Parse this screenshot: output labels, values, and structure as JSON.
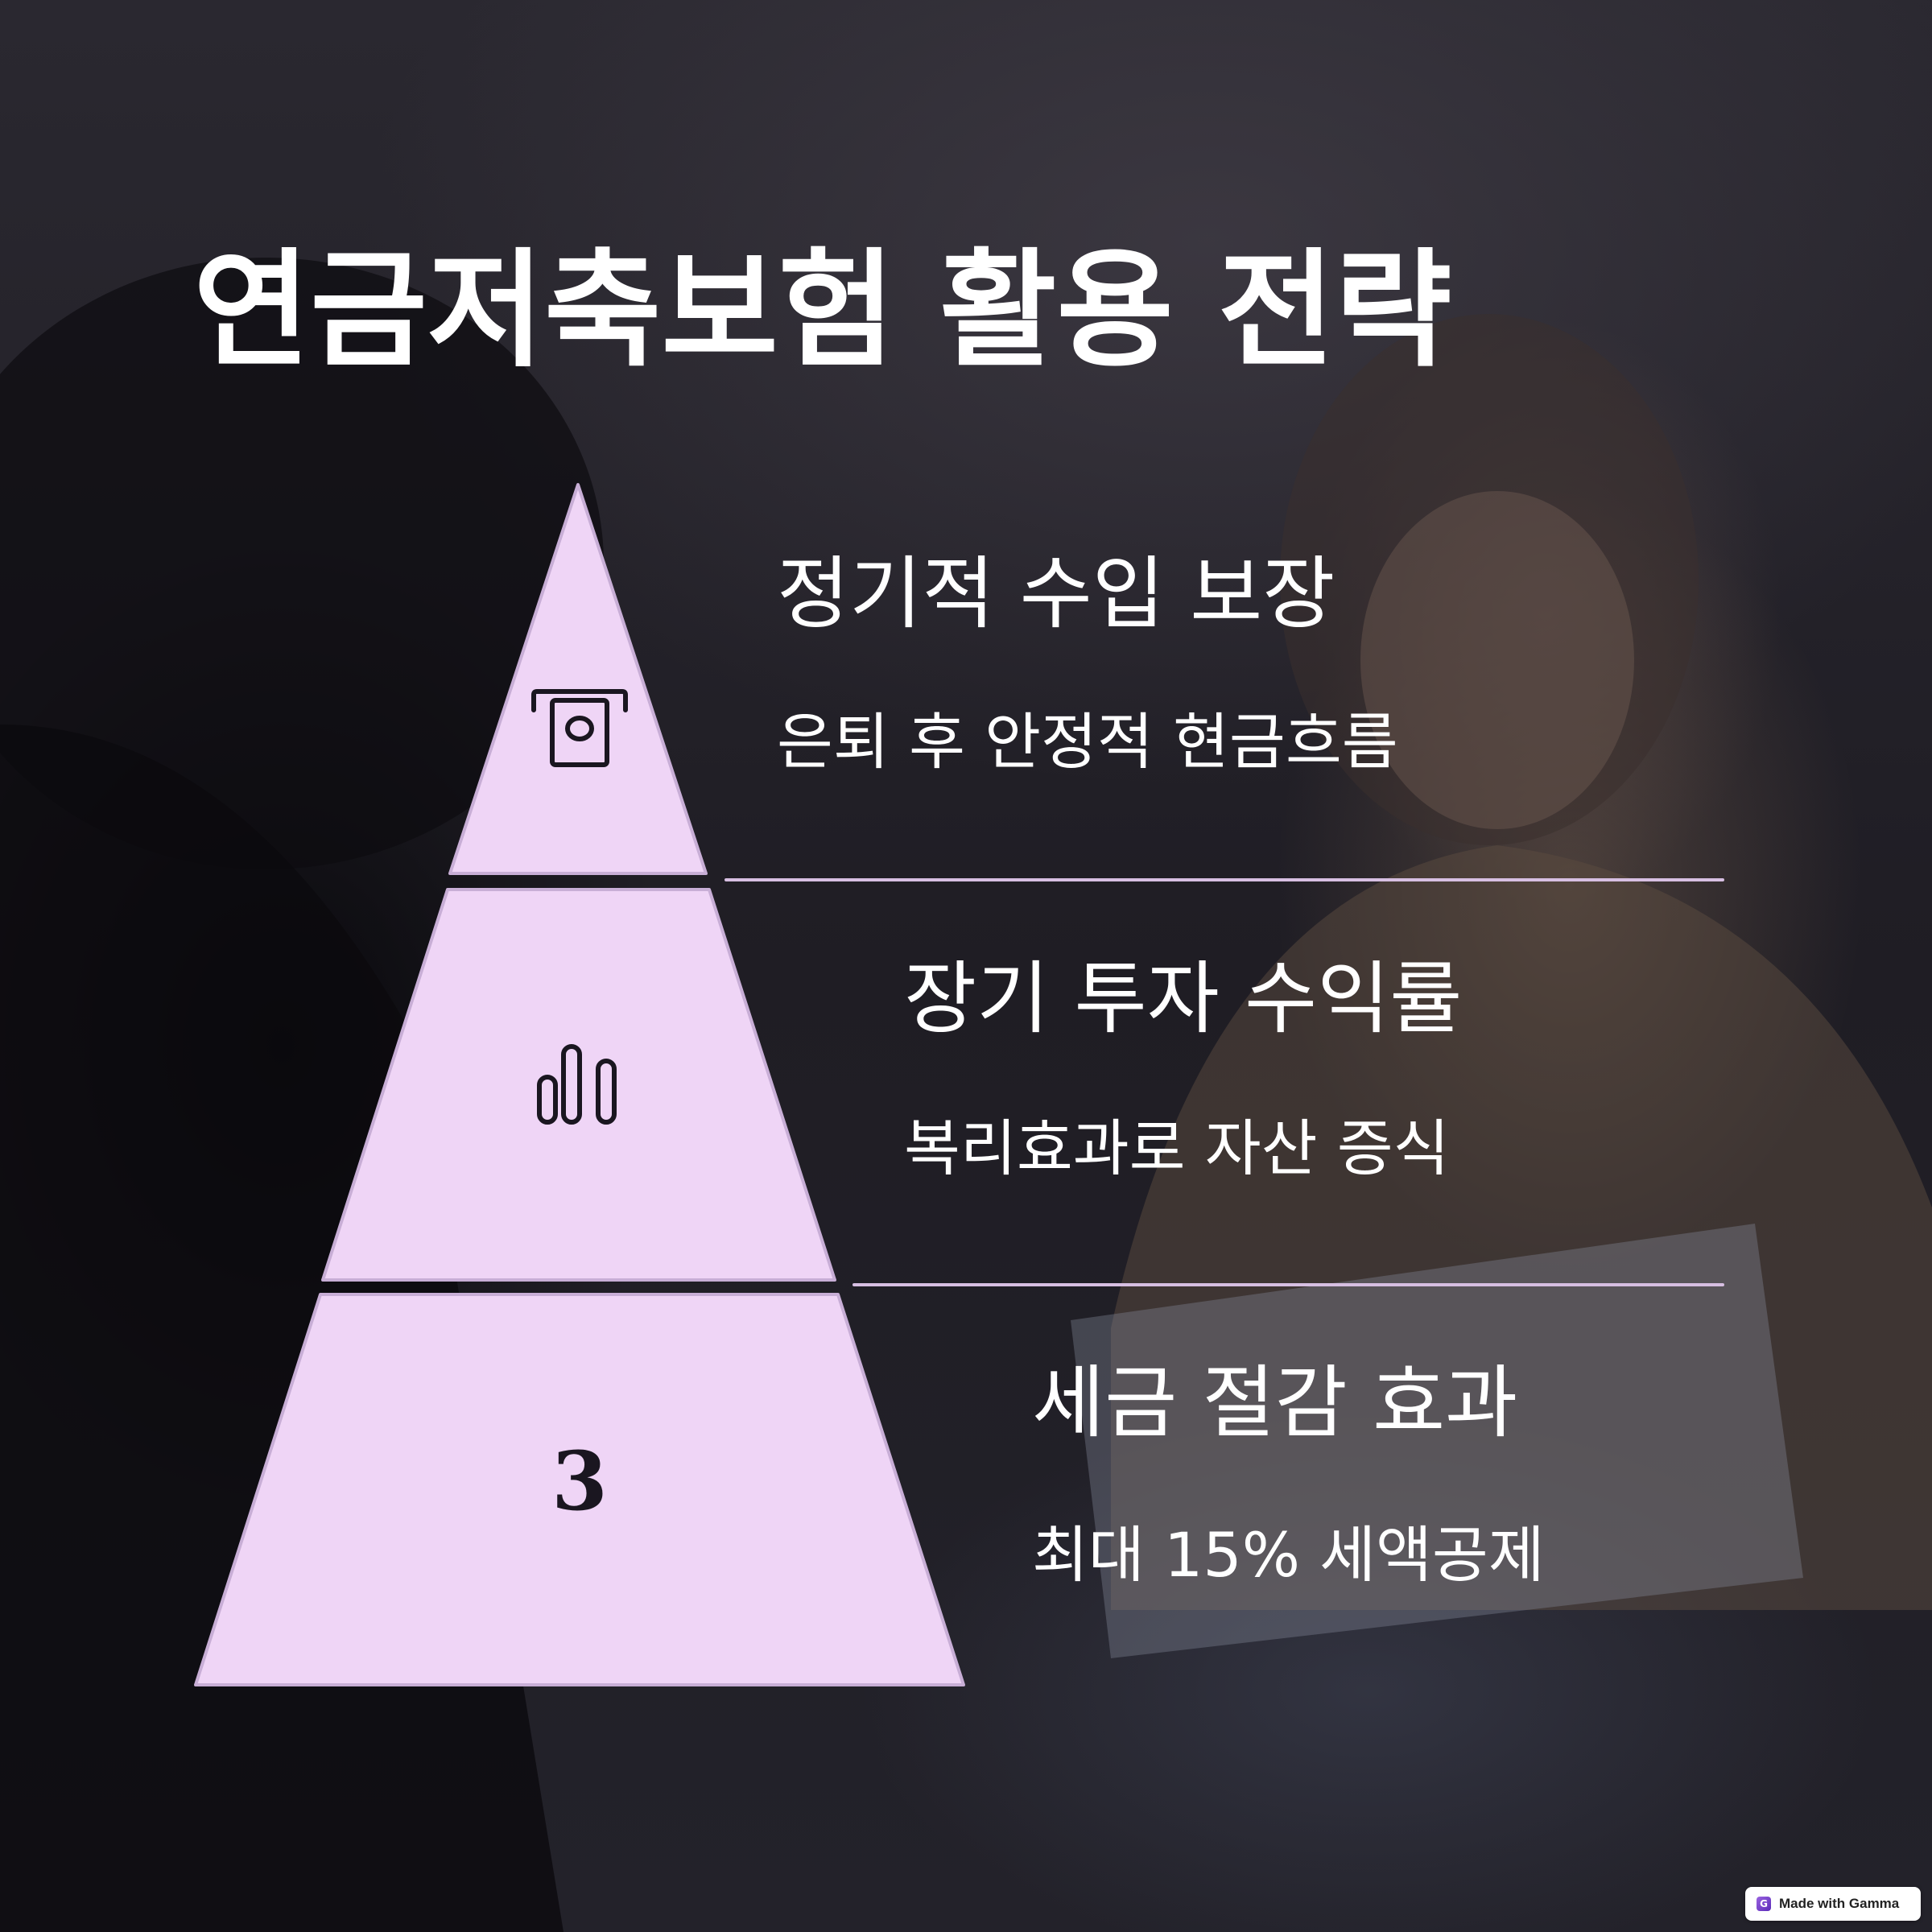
{
  "title": "연금저축보험 활용 전략",
  "colors": {
    "tier_fill": "#efd5f6",
    "tier_stroke": "#c8aed6",
    "divider": "#d7bfe2",
    "text": "#ffffff",
    "icon": "#1a1620"
  },
  "tiers": [
    {
      "icon": "atm-cash-icon",
      "heading": "정기적 수입 보장",
      "subtext": "은퇴 후 안정적 현금흐름"
    },
    {
      "icon": "bar-chart-icon",
      "heading": "장기 투자 수익률",
      "subtext": "복리효과로 자산 증식"
    },
    {
      "marker": "3",
      "heading": "세금 절감 효과",
      "subtext": "최대 15% 세액공제"
    }
  ],
  "badge": {
    "label": "Made with Gamma"
  }
}
